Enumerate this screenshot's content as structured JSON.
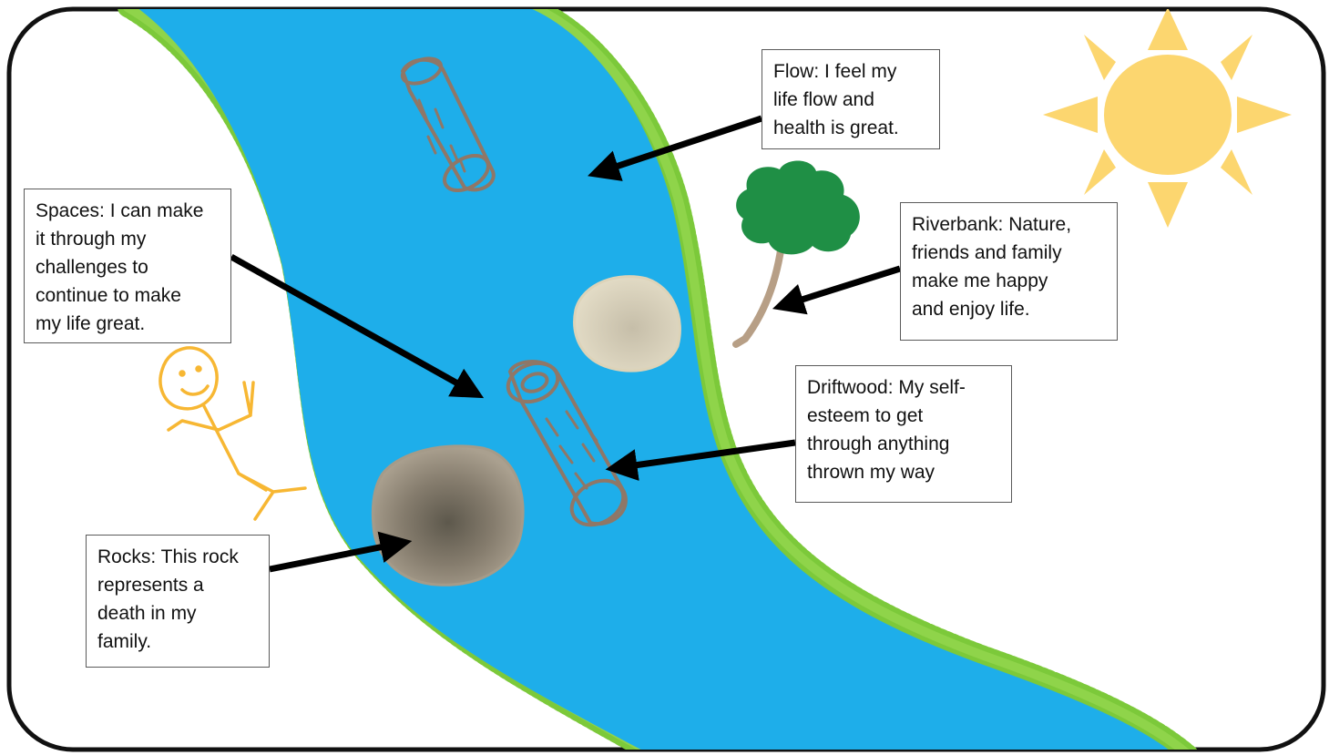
{
  "labels": {
    "flow": "Flow: I feel my\nlife flow and\nhealth is great.",
    "spaces": "Spaces: I can make\nit through my\nchallenges to\ncontinue to make\nmy life great.",
    "riverbank": "Riverbank: Nature,\nfriends and family\nmake me happy\nand enjoy life.",
    "driftwood": "Driftwood: My self-\nesteem to get\nthrough anything\nthrown my way",
    "rocks": "Rocks: This rock\nrepresents a\ndeath in my\nfamily."
  },
  "colors": {
    "river": "#1eaeea",
    "grass": "#7cc93a",
    "sun": "#fcd66f",
    "tree_canopy": "#1f8f45",
    "tree_trunk": "#b79f86",
    "stick_figure": "#f7b733",
    "log": "#8f7767",
    "frame": "#111111"
  }
}
